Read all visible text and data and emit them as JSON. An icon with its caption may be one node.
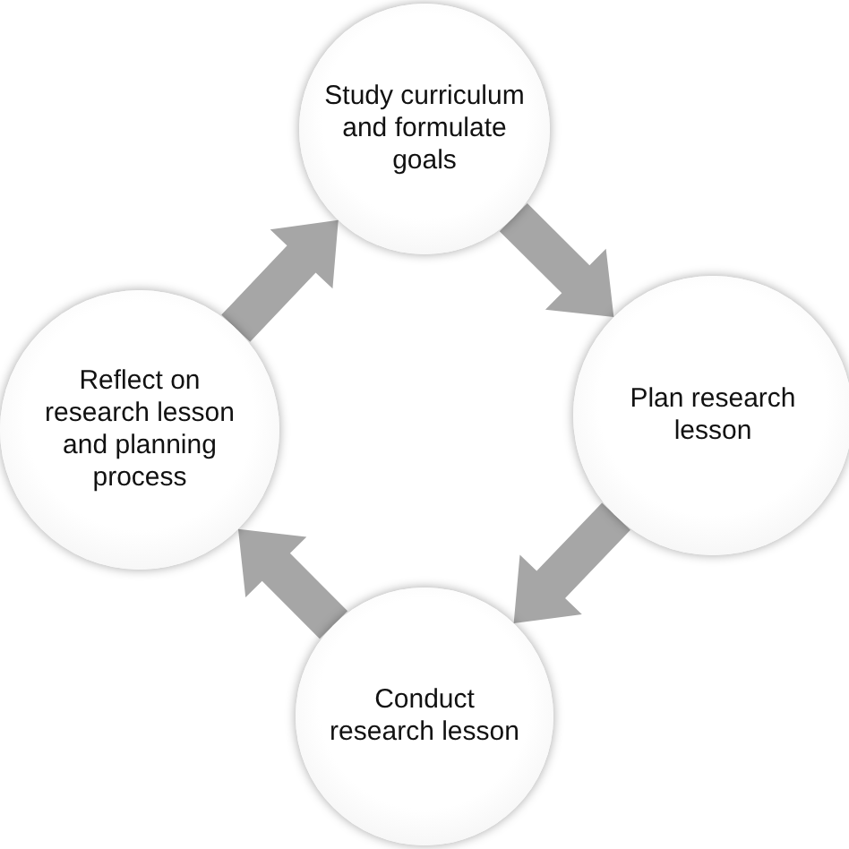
{
  "diagram": {
    "nodes": [
      {
        "text": [
          "Study curriculum and formulate goals"
        ]
      },
      {
        "text": [
          "Plan research lesson"
        ]
      },
      {
        "text": [
          "Conduct research lesson"
        ]
      },
      {
        "text": [
          "Reflect on research lesson and planning process"
        ]
      }
    ],
    "edges": [
      {
        "from": 0,
        "to": 1,
        "arrow": "to"
      },
      {
        "from": 1,
        "to": 2,
        "arrow": "to"
      },
      {
        "from": 2,
        "to": 3,
        "arrow": "to"
      },
      {
        "from": 3,
        "to": 0,
        "arrow": "to"
      }
    ]
  }
}
